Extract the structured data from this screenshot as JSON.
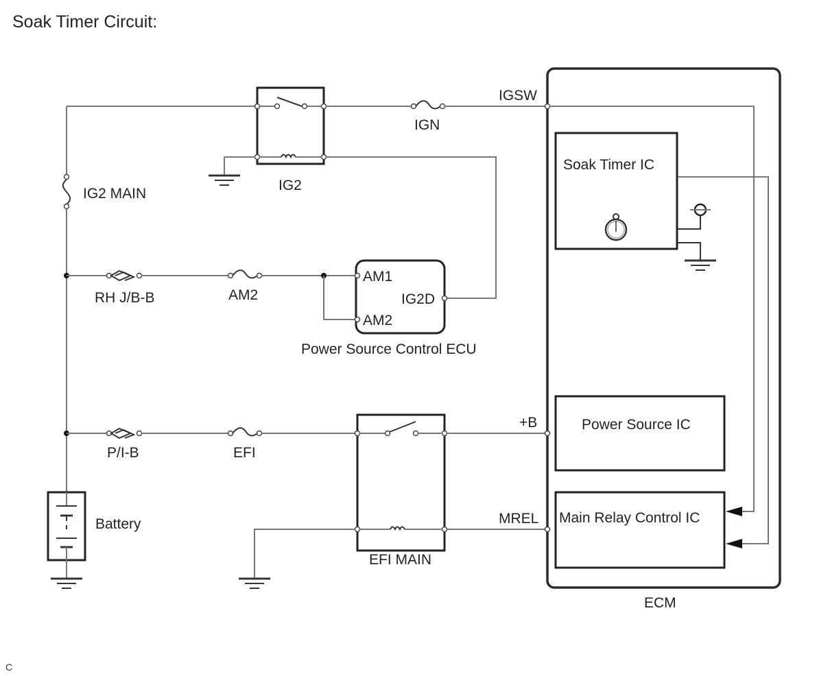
{
  "title": "Soak Timer Circuit:",
  "footer_mark": "C",
  "labels": {
    "ig2_relay": "IG2",
    "ign_fuse": "IGN",
    "igsw_terminal": "IGSW",
    "ig2_main_fuse": "IG2 MAIN",
    "rh_jb_b_fuse": "RH J/B-B",
    "am2_fuse": "AM2",
    "ecu_am1": "AM1",
    "ecu_am2": "AM2",
    "ecu_ig2d": "IG2D",
    "power_source_control_ecu": "Power Source Control ECU",
    "pi_b_fuse": "P/I-B",
    "efi_fuse": "EFI",
    "efi_main_relay": "EFI MAIN",
    "battery": "Battery",
    "plus_b_terminal": "+B",
    "mrel_terminal": "MREL",
    "soak_timer_ic": "Soak Timer IC",
    "power_source_ic": "Power Source IC",
    "main_relay_control_ic": "Main Relay Control IC",
    "ecm": "ECM"
  },
  "icons": {
    "stopwatch": "stopwatch-icon",
    "ground": "ground-icon",
    "fuse": "fuse-icon",
    "fusible_link": "fusible-link-icon",
    "relay_coil": "relay-coil-icon",
    "relay_switch": "relay-switch-icon",
    "battery": "battery-icon",
    "power_supply": "power-supply-icon",
    "arrow": "signal-arrow-icon"
  }
}
